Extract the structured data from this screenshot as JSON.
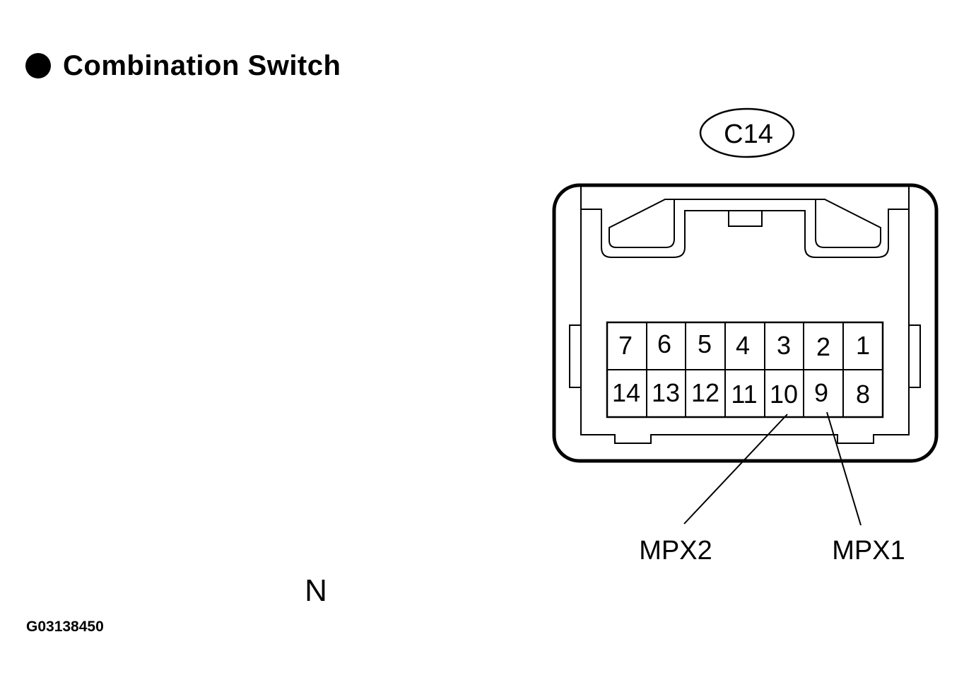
{
  "title": "Combination Switch",
  "connector": {
    "id": "C14",
    "top_row": [
      "7",
      "6",
      "5",
      "4",
      "3",
      "2",
      "1"
    ],
    "bottom_row": [
      "14",
      "13",
      "12",
      "11",
      "10",
      "9",
      "8"
    ]
  },
  "signals": [
    {
      "name": "MPX2",
      "pin": "10"
    },
    {
      "name": "MPX1",
      "pin": "9"
    }
  ],
  "north_marker": "N",
  "figure_code": "G03138450"
}
